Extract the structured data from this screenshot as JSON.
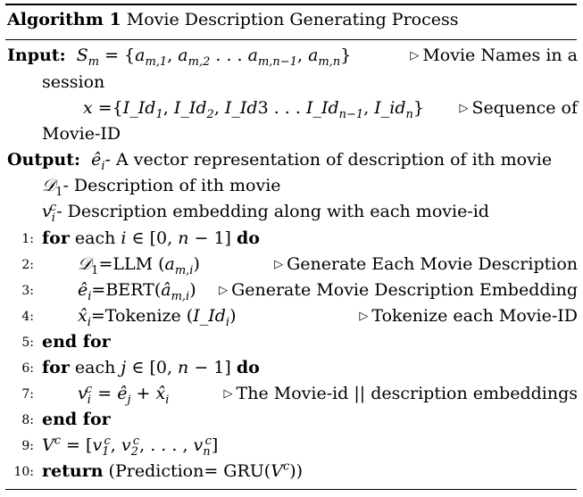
{
  "title": {
    "label": "Algorithm 1",
    "text": "Movie Description Generating Process"
  },
  "input": {
    "label": "Input:",
    "sm_expr": "S_m = {a_m,1, a_m,2 ... a_m,n−1, a_m,n}",
    "sm_comment": "Movie Names in a",
    "sm_comment_cont": "session",
    "x_expr": "x ={I_Id_1, I_Id_2, I_Id3 ... I_Id_n−1, I_id_n}",
    "x_comment": "Sequence of",
    "x_comment_cont": "Movie-ID"
  },
  "output": {
    "label": "Output:",
    "e_desc": "- A vector representation of description of ith movie",
    "d_desc": "- Description of ith movie",
    "v_desc": "- Description embedding along with each movie-id"
  },
  "steps": [
    {
      "num": "1:",
      "keyword": "for",
      "text": "each i ∈ [0, n − 1]",
      "keyword_end": "do"
    },
    {
      "num": "2:",
      "text": "D_1=LLM (a_m,i)",
      "comment": "Generate Each Movie Description"
    },
    {
      "num": "3:",
      "text": "ê_i=BERT(â_m,i)",
      "comment": "Generate Movie Description Embedding"
    },
    {
      "num": "4:",
      "text": "x̂_i=Tokenize (I_Id_i)",
      "comment": "Tokenize each Movie-ID"
    },
    {
      "num": "5:",
      "keyword": "end for"
    },
    {
      "num": "6:",
      "keyword": "for",
      "text": "each j ∈ [0, n − 1]",
      "keyword_end": "do"
    },
    {
      "num": "7:",
      "text": "v_i^c = ê_j + x̂_i",
      "comment": "The Movie-id || description embeddings"
    },
    {
      "num": "8:",
      "keyword": "end for"
    },
    {
      "num": "9:",
      "text": "V^c = [v_1^c, v_2^c, ..., v_n^c]"
    },
    {
      "num": "10:",
      "keyword": "return",
      "text": "(Prediction= GRU(V^c))"
    }
  ],
  "comment_marker": "▷"
}
